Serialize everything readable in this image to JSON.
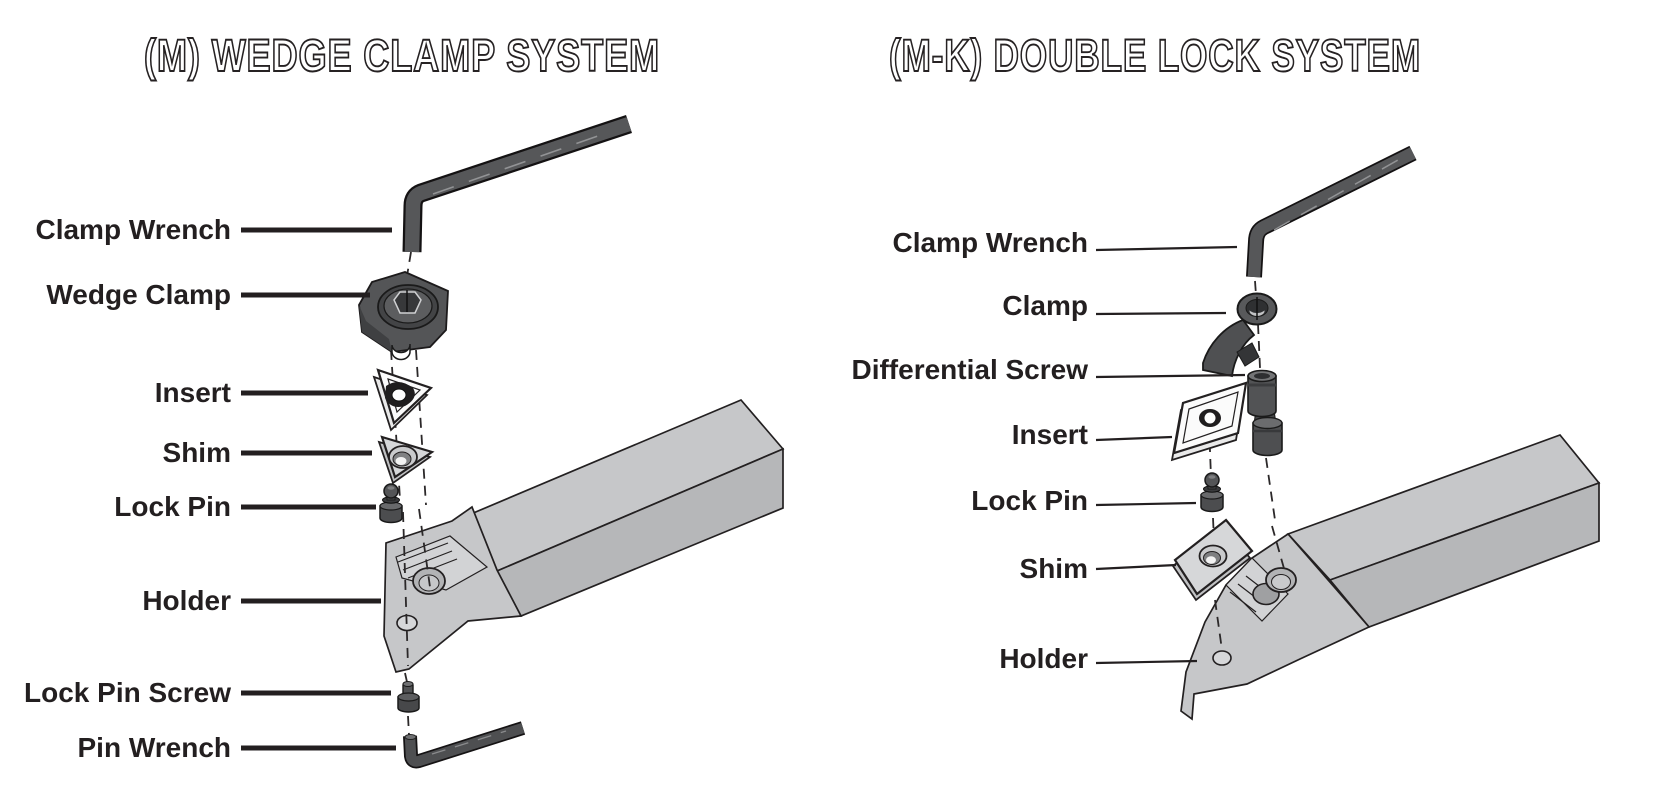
{
  "page": {
    "background": "#ffffff"
  },
  "colors": {
    "label_text": "#231f20",
    "part_outline": "#1c1a1b",
    "dark_part": "#545557",
    "light_part": "#c6c7c9",
    "insert_white": "#fbfbfb",
    "title_fill": "#ffffff",
    "title_outline": "#262223"
  },
  "left_diagram": {
    "title": "(M) WEDGE CLAMP SYSTEM",
    "labels": [
      {
        "text": "Clamp Wrench"
      },
      {
        "text": "Wedge Clamp"
      },
      {
        "text": "Insert"
      },
      {
        "text": "Shim"
      },
      {
        "text": "Lock Pin"
      },
      {
        "text": "Holder"
      },
      {
        "text": "Lock Pin Screw"
      },
      {
        "text": "Pin Wrench"
      }
    ]
  },
  "right_diagram": {
    "title": "(M-K) DOUBLE LOCK SYSTEM",
    "labels": [
      {
        "text": "Clamp Wrench"
      },
      {
        "text": "Clamp"
      },
      {
        "text": "Differential Screw"
      },
      {
        "text": "Insert"
      },
      {
        "text": "Lock Pin"
      },
      {
        "text": "Shim"
      },
      {
        "text": "Holder"
      }
    ]
  }
}
